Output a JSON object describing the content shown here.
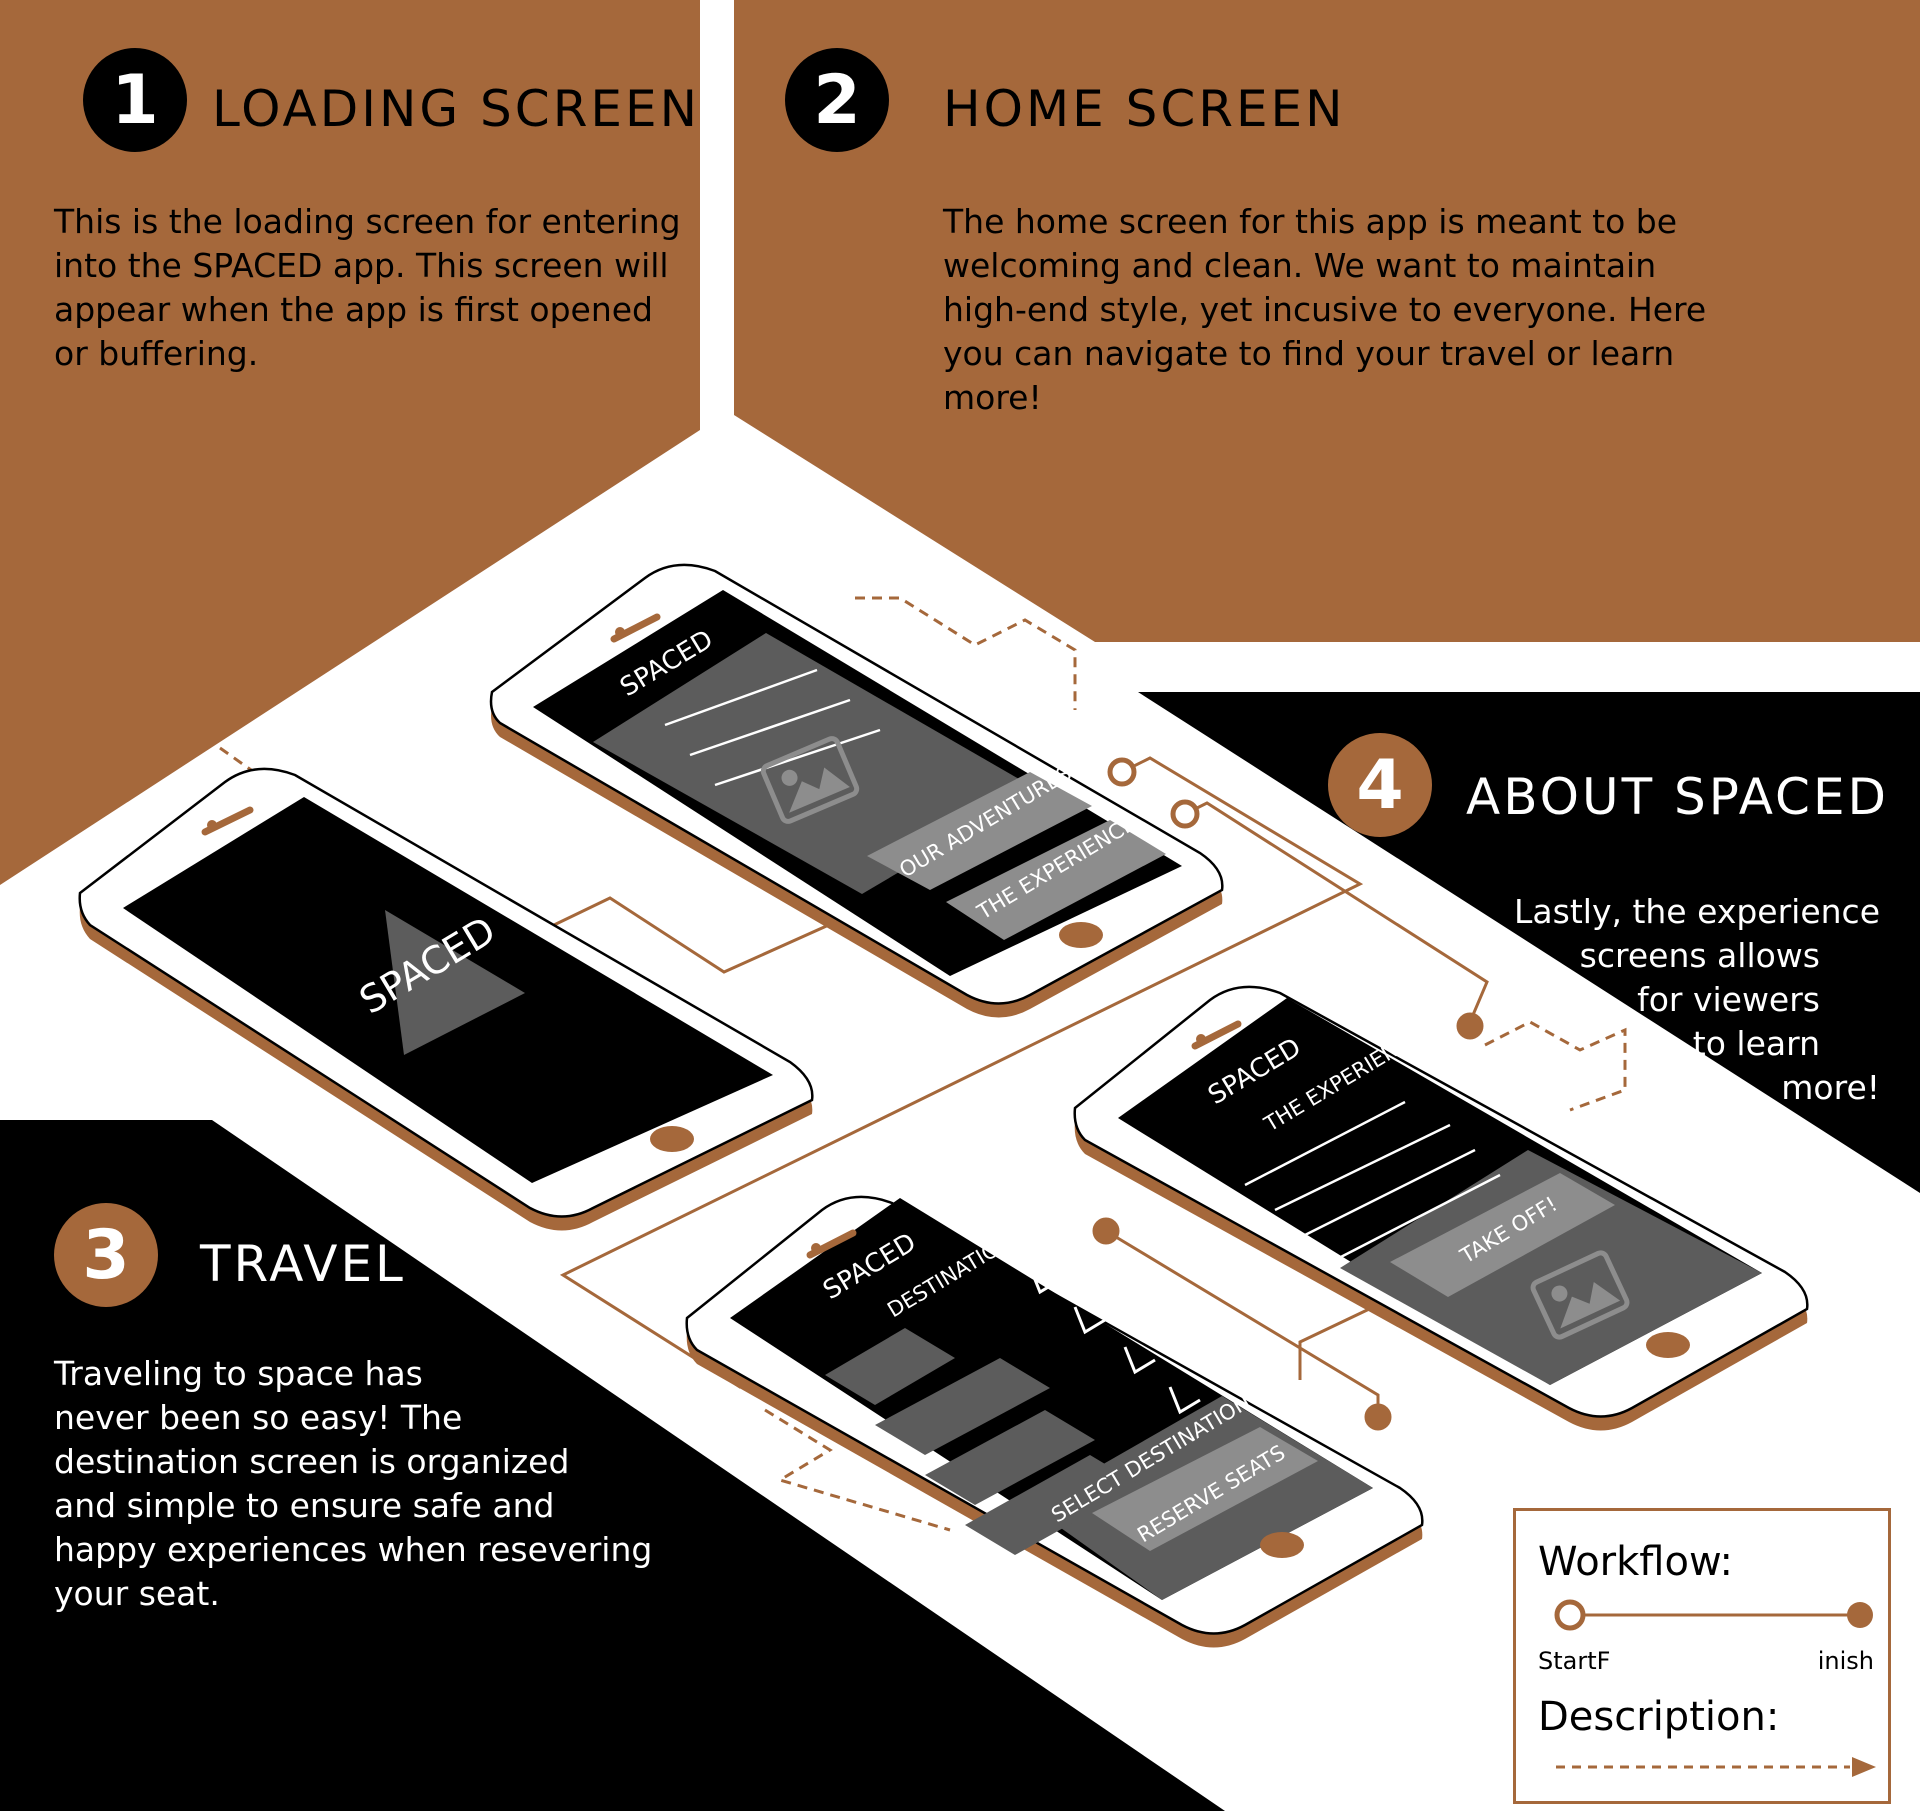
{
  "sections": [
    {
      "number": "1",
      "title": "LOADING SCREEN",
      "lines": [
        "This is the loading screen for entering",
        "into the SPACED app. This screen will",
        "appear when the app is first opened",
        "or buffering."
      ]
    },
    {
      "number": "2",
      "title": "HOME SCREEN",
      "lines": [
        "The home screen for this app is meant to be",
        "welcoming and clean. We want to maintain",
        "high-end style, yet incusive to everyone. Here",
        "you can navigate to find your travel or learn",
        "more!"
      ]
    },
    {
      "number": "3",
      "title": "TRAVEL",
      "lines": [
        "Traveling to space has",
        "never been so easy! The",
        "destination screen is organized",
        "and simple to ensure safe and",
        "happy experiences when resevering",
        "your seat."
      ]
    },
    {
      "number": "4",
      "title": "ABOUT SPACED",
      "lines": [
        "Lastly, the experience",
        "screens allows",
        "for viewers",
        "to learn",
        "more!"
      ]
    }
  ],
  "phones": {
    "loading": {
      "logo": "SPACED"
    },
    "home": {
      "logo": "SPACED",
      "button_1": "OUR ADVENTURES",
      "button_2": "THE EXPERIENCE"
    },
    "travel": {
      "logo": "SPACED",
      "heading": "DESTINATIONS",
      "select_label": "SELECT DESTINATION",
      "button": "RESERVE SEATS"
    },
    "experience": {
      "logo": "SPACED",
      "heading": "THE EXPERIENCE",
      "button": "TAKE OFF!"
    }
  },
  "legend": {
    "workflow_label": "Workflow:",
    "start_label": "StartF",
    "finish_label": "inish",
    "description_label": "Description:"
  },
  "colors": {
    "copper": "#a5683b",
    "black": "#000000",
    "screen_gray": "#5c5c5c",
    "button_gray": "#8d8d8d",
    "white": "#ffffff"
  }
}
